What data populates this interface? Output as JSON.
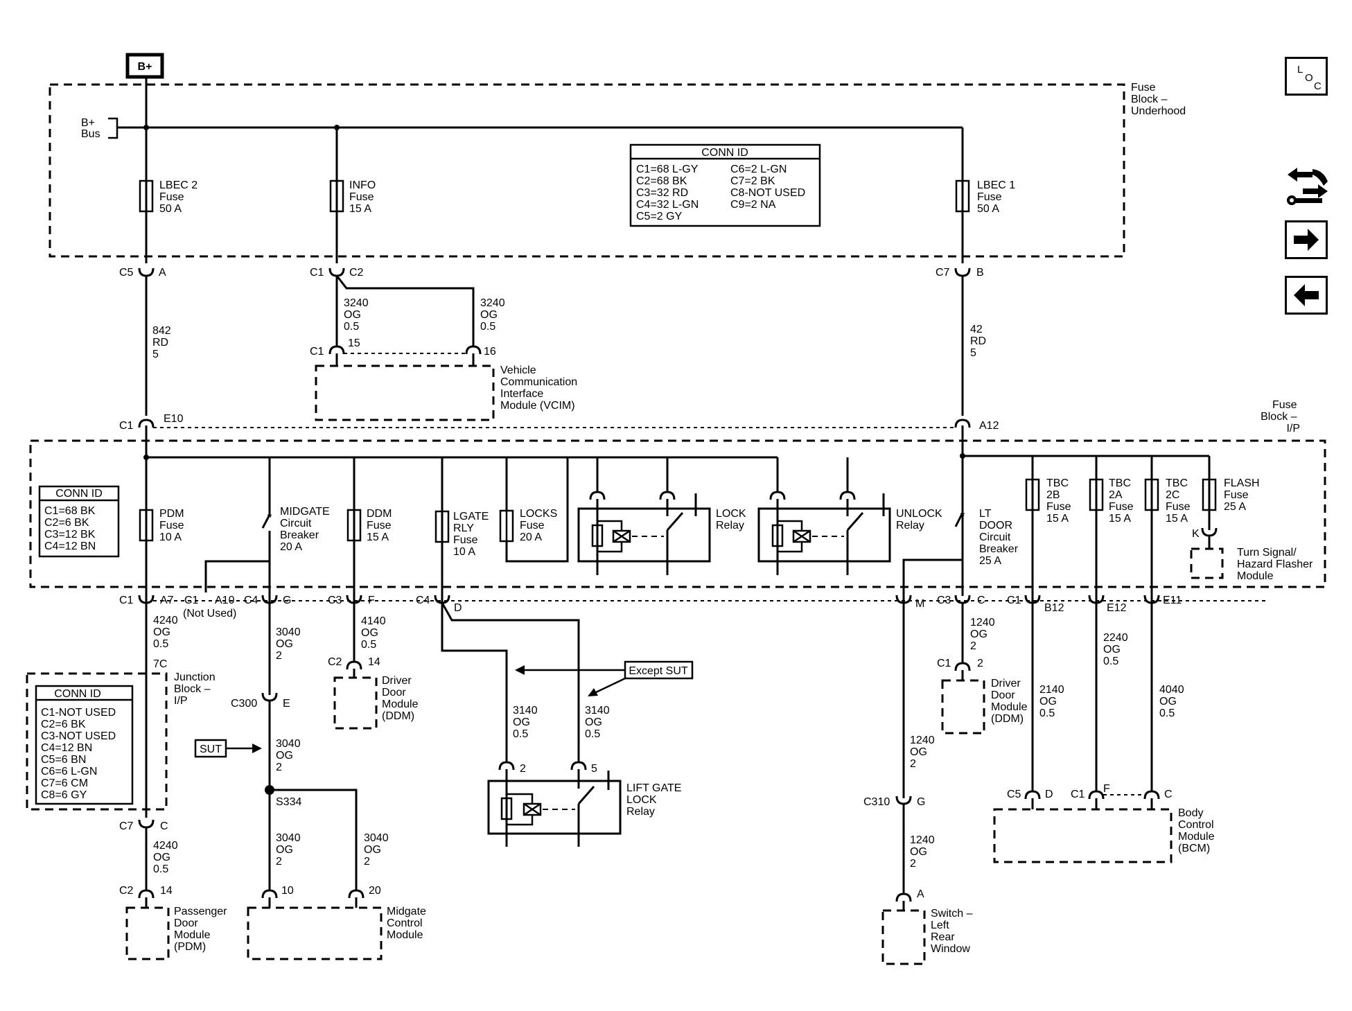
{
  "nav": {
    "loc_letters": [
      "L",
      "O",
      "C"
    ],
    "icons": [
      "wrench-arrows-icon",
      "arrow-right-icon",
      "arrow-left-icon"
    ]
  },
  "sources": {
    "battery": "B+",
    "bus": [
      "B+",
      "Bus"
    ],
    "underhood_label": [
      "Fuse",
      "Block –",
      "Underhood"
    ],
    "ip_label": [
      "Fuse",
      "Block –",
      "I/P"
    ]
  },
  "underhood_fuses": [
    {
      "lines": [
        "LBEC 2",
        "Fuse",
        "50 A"
      ]
    },
    {
      "lines": [
        "INFO",
        "Fuse",
        "15 A"
      ]
    },
    {
      "lines": [
        "LBEC 1",
        "Fuse",
        "50 A"
      ]
    }
  ],
  "conn_id_underhood": {
    "title": "CONN ID",
    "left": [
      "C1=68 L-GY",
      "C2=68 BK",
      "C3=32 RD",
      "C4=32 L-GN",
      "C5=2 GY"
    ],
    "right": [
      "C6=2 L-GN",
      "C7=2 BK",
      "C8-NOT USED",
      "C9=2 NA"
    ]
  },
  "conn_id_ip": {
    "title": "CONN ID",
    "rows": [
      "C1=68 BK",
      "C2=6 BK",
      "C3=12 BK",
      "C4=12 BN"
    ]
  },
  "conn_id_junction": {
    "title": "CONN ID",
    "rows": [
      "C1-NOT USED",
      "C2=6 BK",
      "C3-NOT USED",
      "C4=12 BN",
      "C5=6 BN",
      "C6=6 L-GN",
      "C7=6 CM",
      "C8=6 GY"
    ]
  },
  "connectors": {
    "c5_a": [
      "C5",
      "A"
    ],
    "c1_c2": [
      "C1",
      "C2"
    ],
    "c7_b": [
      "C7",
      "B"
    ],
    "vcim_pins": [
      "C1",
      "15",
      "16"
    ],
    "c1_e10": [
      "C1",
      "E10"
    ],
    "a12": "A12",
    "c1_a7": [
      "C1",
      "A7"
    ],
    "c1_a10": [
      "C1",
      "A10"
    ],
    "not_used": "(Not Used)",
    "c4_g": [
      "C4",
      "G"
    ],
    "c3_f": [
      "C3",
      "F"
    ],
    "c4_d": [
      "C4",
      "D"
    ],
    "m": "M",
    "c3_c": [
      "C3",
      "C"
    ],
    "c1_b12": [
      "C1",
      "B12"
    ],
    "e12": "E12",
    "e11": "E11",
    "k": "K",
    "c300_e": [
      "C300",
      "E"
    ],
    "c2_14_ddm": [
      "C2",
      "14"
    ],
    "c1_2_ddm": [
      "C1",
      "2"
    ],
    "jb_7c": "7C",
    "c7_c": [
      "C7",
      "C"
    ],
    "c2_14_pdm": [
      "C2",
      "14"
    ],
    "mcm_pins": [
      "10",
      "20"
    ],
    "relay_pins": [
      "2",
      "5"
    ],
    "c310_g": [
      "C310",
      "G"
    ],
    "switch_a": "A",
    "bcm_pins": [
      "C5",
      "D",
      "C1",
      "F",
      "C"
    ]
  },
  "wires": {
    "w842": [
      "842",
      "RD",
      "5"
    ],
    "w3240a": [
      "3240",
      "OG",
      "0.5"
    ],
    "w3240b": [
      "3240",
      "OG",
      "0.5"
    ],
    "w42": [
      "42",
      "RD",
      "5"
    ],
    "w4240a": [
      "4240",
      "OG",
      "0.5"
    ],
    "w3040a": [
      "3040",
      "OG",
      "2"
    ],
    "w4140": [
      "4140",
      "OG",
      "0.5"
    ],
    "w3040b": [
      "3040",
      "OG",
      "2"
    ],
    "w3140a": [
      "3140",
      "OG",
      "0.5"
    ],
    "w3140b": [
      "3140",
      "OG",
      "0.5"
    ],
    "w1240a": [
      "1240",
      "OG",
      "2"
    ],
    "w2140": [
      "2140",
      "OG",
      "0.5"
    ],
    "w2240": [
      "2240",
      "OG",
      "0.5"
    ],
    "w4040": [
      "4040",
      "OG",
      "0.5"
    ],
    "w1240b": [
      "1240",
      "OG",
      "2"
    ],
    "w1240c": [
      "1240",
      "OG",
      "2"
    ],
    "w4240b": [
      "4240",
      "OG",
      "0.5"
    ],
    "w3040c": [
      "3040",
      "OG",
      "2"
    ],
    "w3040d": [
      "3040",
      "OG",
      "2"
    ]
  },
  "ip_devices": {
    "pdm_fuse": [
      "PDM",
      "Fuse",
      "10 A"
    ],
    "midgate_cb": [
      "MIDGATE",
      "Circuit",
      "Breaker",
      "20 A"
    ],
    "ddm_fuse": [
      "DDM",
      "Fuse",
      "15 A"
    ],
    "lgate_fuse": [
      "LGATE",
      "RLY",
      "Fuse",
      "10 A"
    ],
    "locks_fuse": [
      "LOCKS",
      "Fuse",
      "20 A"
    ],
    "lock_relay": [
      "LOCK",
      "Relay"
    ],
    "unlock_relay": [
      "UNLOCK",
      "Relay"
    ],
    "lt_door_cb": [
      "LT",
      "DOOR",
      "Circuit",
      "Breaker",
      "25 A"
    ],
    "tbc2b": [
      "TBC",
      "2B",
      "Fuse",
      "15 A"
    ],
    "tbc2a": [
      "TBC",
      "2A",
      "Fuse",
      "15 A"
    ],
    "tbc2c": [
      "TBC",
      "2C",
      "Fuse",
      "15 A"
    ],
    "flash": [
      "FLASH",
      "Fuse",
      "25 A"
    ]
  },
  "modules": {
    "vcim": [
      "Vehicle",
      "Communication",
      "Interface",
      "Module (VCIM)"
    ],
    "turn_signal": [
      "Turn Signal/",
      "Hazard Flasher",
      "Module"
    ],
    "ddm_center": [
      "Driver",
      "Door",
      "Module",
      "(DDM)"
    ],
    "ddm_right": [
      "Driver",
      "Door",
      "Module",
      "(DDM)"
    ],
    "junction": [
      "Junction",
      "Block –",
      "I/P"
    ],
    "pdm": [
      "Passenger",
      "Door",
      "Module",
      "(PDM)"
    ],
    "mcm": [
      "Midgate",
      "Control",
      "Module"
    ],
    "liftgate_relay": [
      "LIFT GATE",
      "LOCK",
      "Relay"
    ],
    "switch": [
      "Switch –",
      "Left",
      "Rear",
      "Window"
    ],
    "bcm": [
      "Body",
      "Control",
      "Module",
      "(BCM)"
    ]
  },
  "callouts": {
    "sut": "SUT",
    "except_sut": "Except SUT",
    "splice": "S334"
  }
}
